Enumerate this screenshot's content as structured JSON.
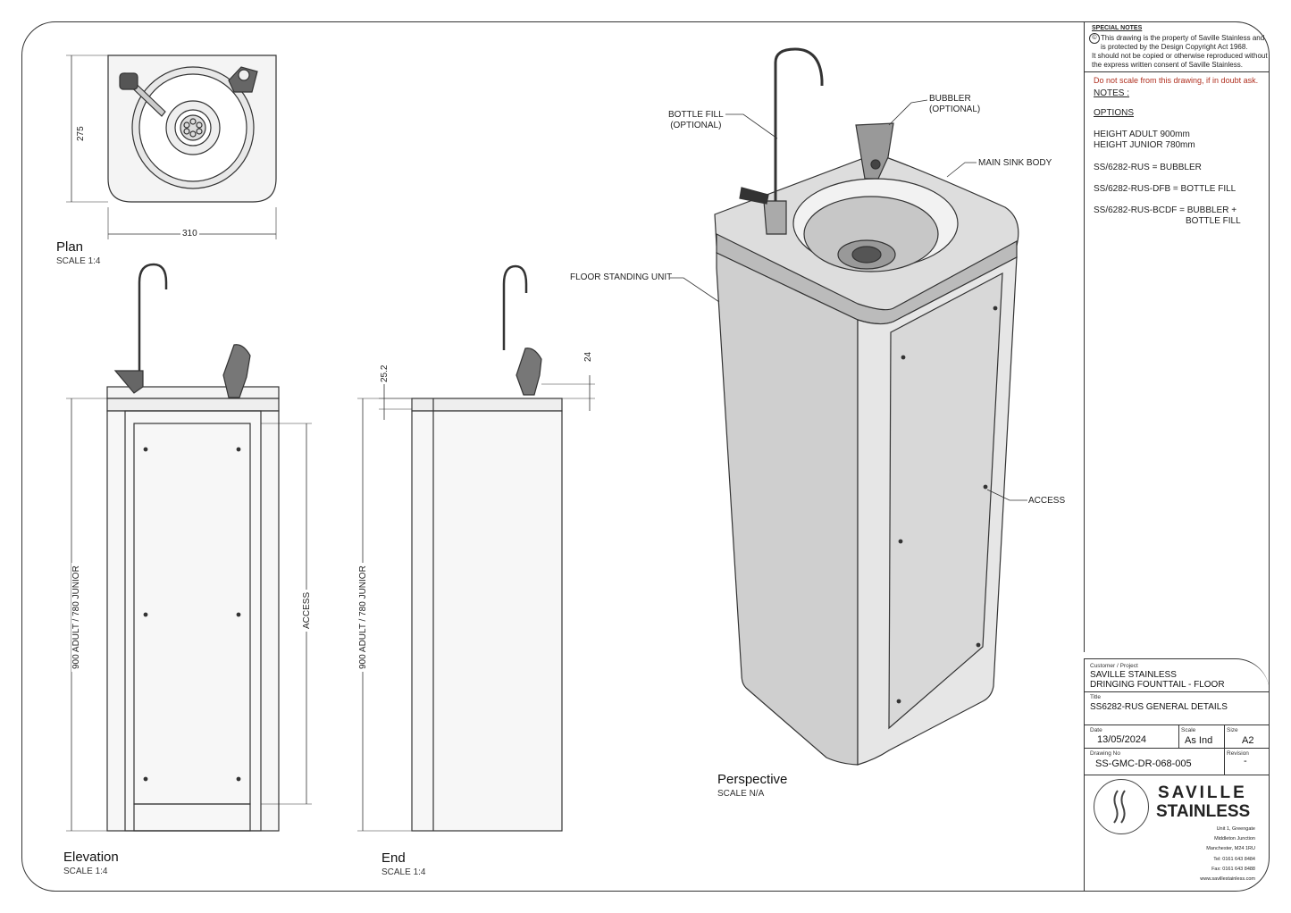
{
  "special_notes": {
    "heading": "SPECIAL NOTES",
    "copyright_symbol": "©",
    "line1": "This drawing is the property of  Saville Stainless and",
    "line2": "is protected by the Design Copyright Act 1968.",
    "line3": "It should not be copied or otherwise reproduced without",
    "line4": "the express written consent of Saville Stainless.",
    "warning": "Do not scale from this drawing, if in doubt ask.",
    "notes_heading": "NOTES :",
    "options_heading": "OPTIONS",
    "height_adult": "HEIGHT ADULT  900mm",
    "height_junior": "HEIGHT JUNIOR 780mm",
    "opt1": "SS/6282-RUS = BUBBLER",
    "opt2": "SS/6282-RUS-DFB = BOTTLE FILL",
    "opt3a": "SS/6282-RUS-BCDF = BUBBLER +",
    "opt3b": "BOTTLE FILL"
  },
  "title_block": {
    "customer_label": "Customer / Project",
    "customer_line1": "SAVILLE STAINLESS",
    "customer_line2": "DRINGING FOUNTTAIL - FLOOR",
    "title_label": "Title",
    "title": "SS6282-RUS GENERAL DETAILS",
    "date_label": "Date",
    "date": "13/05/2024",
    "scale_label": "Scale",
    "scale": "As Ind",
    "size_label": "Size",
    "size": "A2",
    "drawing_no_label": "Drawing No",
    "drawing_no": "SS-GMC-DR-068-005",
    "revision_label": "Revision",
    "revision": "-",
    "company_line1": "SAVILLE",
    "company_line2": "STAINLESS",
    "address1": "Unit 1, Greengate",
    "address2": "Middleton Junction",
    "address3": "Manchester, M24 1RU",
    "tel": "Tel:  0161 643 8484",
    "fax": "Fax:  0161 643 8488",
    "web": "www.savillestainless.com"
  },
  "views": {
    "plan_title": "Plan",
    "plan_scale": "SCALE 1:4",
    "elevation_title": "Elevation",
    "elevation_scale": "SCALE 1:4",
    "end_title": "End",
    "end_scale": "SCALE 1:4",
    "perspective_title": "Perspective",
    "perspective_scale": "SCALE N/A"
  },
  "dimensions": {
    "plan_depth": "275",
    "plan_width": "310",
    "elev_height": "900 ADULT / 780 JUNIOR",
    "elev_access": "ACCESS",
    "end_height": "900 ADULT / 780 JUNIOR",
    "end_top": "25.2",
    "end_bubbler": "24"
  },
  "annotations": {
    "bottle_fill_1": "BOTTLE FILL",
    "bottle_fill_2": "(OPTIONAL)",
    "bubbler_1": "BUBBLER",
    "bubbler_2": "(OPTIONAL)",
    "main_sink": "MAIN SINK BODY",
    "floor_unit": "FLOOR STANDING UNIT",
    "access": "ACCESS"
  }
}
